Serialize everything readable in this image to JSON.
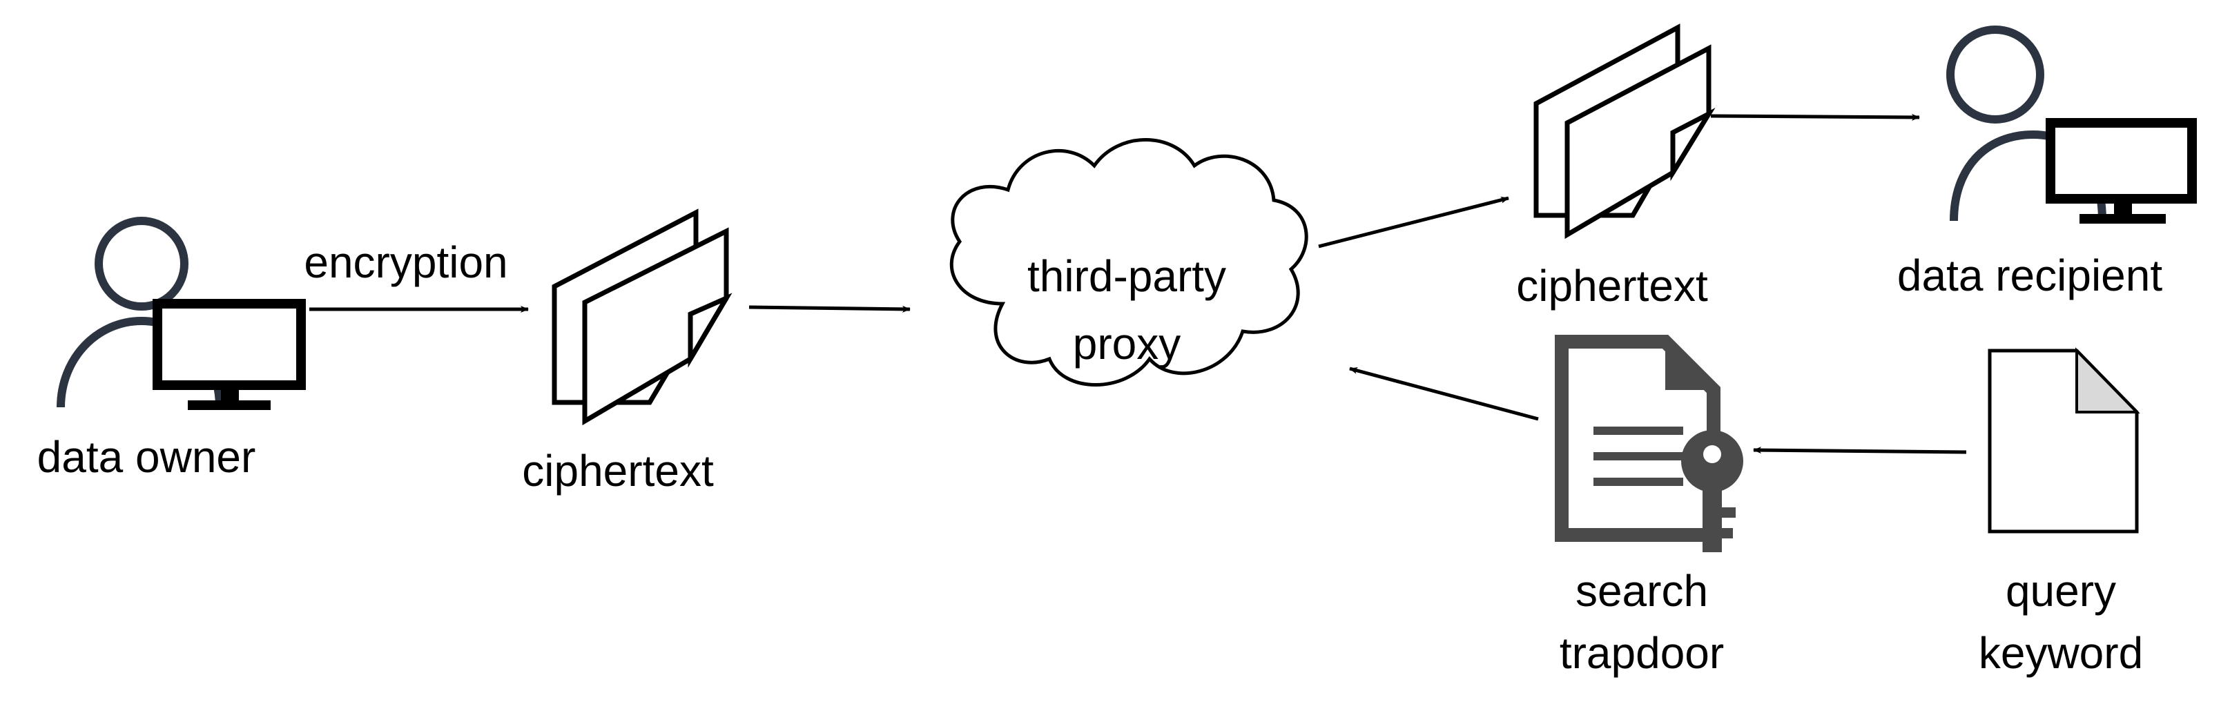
{
  "labels": {
    "encryption": "encryption",
    "data_owner": "data owner",
    "ciphertext_left": "ciphertext",
    "proxy_line1": "third-party",
    "proxy_line2": "proxy",
    "ciphertext_right": "ciphertext",
    "data_recipient": "data recipient",
    "trapdoor_line1": "search",
    "trapdoor_line2": "trapdoor",
    "keyword_line1": "query",
    "keyword_line2": "keyword"
  },
  "colors": {
    "stroke": "#000000",
    "person_head": "#2b3440",
    "icon_gray": "#4a4a4a",
    "fold_gray": "#d9d9d9",
    "background": "#ffffff"
  },
  "icons": {
    "data_owner": "user-computer-icon",
    "ciphertext": "document-stack-icon",
    "proxy": "cloud-icon",
    "data_recipient": "user-computer-icon",
    "search_trapdoor": "document-key-icon",
    "query_keyword": "document-icon"
  }
}
